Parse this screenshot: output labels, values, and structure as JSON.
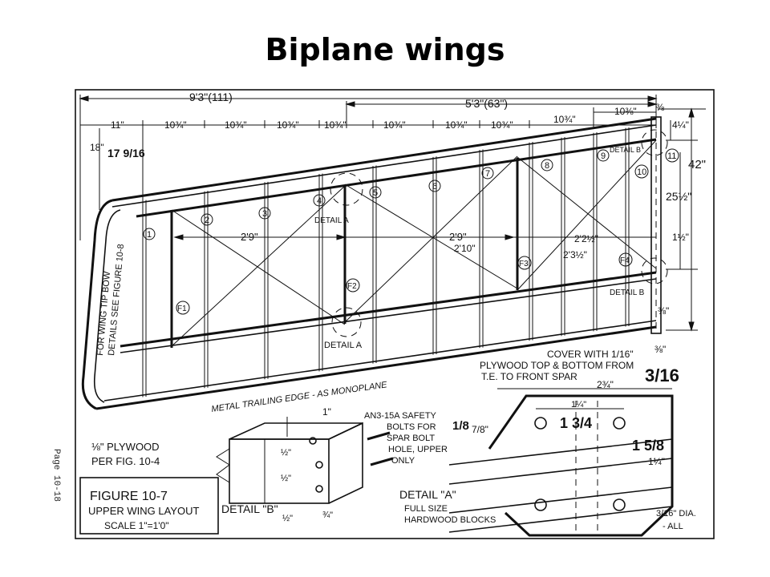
{
  "title": "Biplane wings",
  "page_ref": "Page 10-18",
  "dimensions": {
    "overall": "9'3\"(111)",
    "inner": "5'3\"(63\")",
    "tip_right": "10⅜\"",
    "tip_right2": "⅜",
    "bay_first": "11\"",
    "bays": [
      "10¾\"",
      "10¾\"",
      "10¾\"",
      "10¾\"",
      "10¾\"",
      "10¾\"",
      "10¾\"",
      "10¾\""
    ],
    "root_height": "18\"",
    "root_height2": "17 9/16",
    "tip_chord": "4¼\"",
    "chord": "42\"",
    "spar_spacing": "25½\"",
    "rear_offset": "1½\"",
    "end_1": "⅜\"",
    "end_2": "⅜\"",
    "diag_1": "2'9\"",
    "diag_2": "2'9\"",
    "diag_3": "2'10\"",
    "diag_4": "2'2½\"",
    "diag_5": "2'3½\""
  },
  "ribs": [
    "1",
    "2",
    "3",
    "4",
    "5",
    "6",
    "7",
    "8",
    "9",
    "10",
    "11"
  ],
  "fittings": [
    "F1",
    "F2",
    "F3",
    "F4"
  ],
  "labels": {
    "detail_b_top": "DETAIL B",
    "detail_a_top": "DETAIL A",
    "detail_a_bottom": "DETAIL A",
    "detail_b_right": "DETAIL B",
    "tip_bow_line1": "FOR WING TIP BOW",
    "tip_bow_line2": "DETAILS SEE FIGURE 10-8",
    "trailing_edge": "METAL TRAILING EDGE - AS MONOPLANE",
    "cover_line1": "COVER WITH 1/16\"",
    "cover_line2": "PLYWOOD TOP & BOTTOM FROM",
    "cover_line3": "T.E. TO FRONT SPAR",
    "cover_hand": "3/16"
  },
  "detail_b": {
    "ply_line1": "⅛\" PLYWOOD",
    "ply_line2": "PER FIG. 10-4",
    "dim_top": "1\"",
    "dim_half1": "½\"",
    "dim_half2": "½\"",
    "dim_bottom": "½\"",
    "dim_depth": "¾\"",
    "name": "DETAIL \"B\"",
    "bolt_line1": "AN3-15A SAFETY",
    "bolt_line2": "BOLTS FOR",
    "bolt_line3": "SPAR BOLT",
    "bolt_line4": "HOLE, UPPER",
    "bolt_line5": "ONLY"
  },
  "detail_a": {
    "dim_width": "2¾\"",
    "dim_inner": "1¼\"",
    "dim_side": "7/8\"",
    "dim_side_hand": "1/8",
    "dim_center_hand": "1 3/4",
    "dim_right_hand": "1 5/8",
    "dim_right": "1¼\"",
    "name": "DETAIL \"A\"",
    "sub_line1": "FULL SIZE",
    "sub_line2": "HARDWOOD BLOCKS",
    "hole_line1": "3/16\" DIA.",
    "hole_line2": "- ALL"
  },
  "figure": {
    "line1": "FIGURE 10-7",
    "line2": "UPPER WING LAYOUT",
    "line3": "SCALE 1\"=1'0\""
  }
}
